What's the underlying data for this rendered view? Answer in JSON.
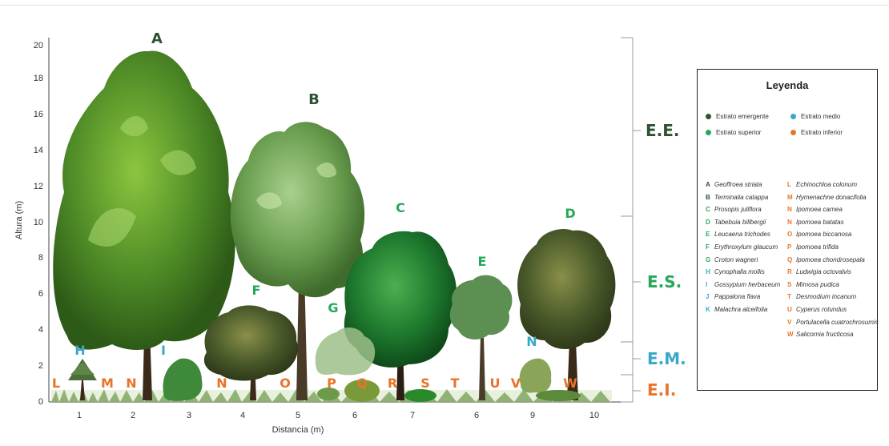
{
  "chart": {
    "ylabel": "Altura (m)",
    "xlabel": "Distancia (m)",
    "y_ticks": [
      "0",
      "2",
      "4",
      "6",
      "8",
      "10",
      "12",
      "14",
      "16",
      "18",
      "20"
    ],
    "x_ticks": [
      "1",
      "2",
      "3",
      "4",
      "5",
      "6",
      "7",
      "6",
      "9",
      "10"
    ]
  },
  "strata_brackets": [
    {
      "label": "E.E.",
      "color": "#2f5233"
    },
    {
      "label": "E.S.",
      "color": "#25a85a"
    },
    {
      "label": "E.M.",
      "color": "#3aa7c9"
    },
    {
      "label": "E.I.",
      "color": "#e8742a"
    }
  ],
  "plants": [
    {
      "code": "A",
      "color": "#2f5233",
      "kind": "tree"
    },
    {
      "code": "B",
      "color": "#2f5233",
      "kind": "tree"
    },
    {
      "code": "C",
      "color": "#25a85a",
      "kind": "tree"
    },
    {
      "code": "D",
      "color": "#25a85a",
      "kind": "tree"
    },
    {
      "code": "E",
      "color": "#25a85a",
      "kind": "tree"
    },
    {
      "code": "F",
      "color": "#25a85a",
      "kind": "tree"
    },
    {
      "code": "G",
      "color": "#25a85a",
      "kind": "shrub"
    },
    {
      "code": "H",
      "color": "#3aa7c9",
      "kind": "shrub"
    },
    {
      "code": "I",
      "color": "#3aa7c9",
      "kind": "shrub"
    },
    {
      "code": "N",
      "color": "#3aa7c9",
      "kind": "shrub"
    },
    {
      "code": "L",
      "color": "#e8742a",
      "kind": "herb"
    },
    {
      "code": "M",
      "color": "#e8742a",
      "kind": "herb"
    },
    {
      "code": "N",
      "color": "#e8742a",
      "kind": "herb"
    },
    {
      "code": "N",
      "color": "#e8742a",
      "kind": "herb"
    },
    {
      "code": "O",
      "color": "#e8742a",
      "kind": "herb"
    },
    {
      "code": "P",
      "color": "#e8742a",
      "kind": "herb"
    },
    {
      "code": "Q",
      "color": "#e8742a",
      "kind": "herb"
    },
    {
      "code": "R",
      "color": "#e8742a",
      "kind": "herb"
    },
    {
      "code": "S",
      "color": "#e8742a",
      "kind": "herb"
    },
    {
      "code": "T",
      "color": "#e8742a",
      "kind": "herb"
    },
    {
      "code": "U",
      "color": "#e8742a",
      "kind": "herb"
    },
    {
      "code": "V",
      "color": "#e8742a",
      "kind": "herb"
    },
    {
      "code": "W",
      "color": "#e8742a",
      "kind": "herb"
    }
  ],
  "legend": {
    "title": "Leyenda",
    "strata": [
      {
        "label": "Estrato emergente",
        "color": "#2f5233"
      },
      {
        "label": "Estrato medio",
        "color": "#3aa7c9"
      },
      {
        "label": "Estrato superior",
        "color": "#25a85a"
      },
      {
        "label": "Estrato inferior",
        "color": "#e8742a"
      }
    ],
    "species_left": [
      {
        "code": "A",
        "name": "Geoffroea striata",
        "color": "#2f5233"
      },
      {
        "code": "B",
        "name": "Terminalia catappa",
        "color": "#2f5233"
      },
      {
        "code": "C",
        "name": "Prosopis juliflora",
        "color": "#25a85a"
      },
      {
        "code": "D",
        "name": "Tabebuia billbergii",
        "color": "#25a85a"
      },
      {
        "code": "E",
        "name": "Leucaena trichodes",
        "color": "#25a85a"
      },
      {
        "code": "F",
        "name": "Erythroxylum glaucum",
        "color": "#25a85a"
      },
      {
        "code": "G",
        "name": "Croton wagneri",
        "color": "#25a85a"
      },
      {
        "code": "H",
        "name": "Cynophalla mollis",
        "color": "#3aa7c9"
      },
      {
        "code": "I",
        "name": "Gossypium herbaceum",
        "color": "#3aa7c9"
      },
      {
        "code": "J",
        "name": "Pappalona flava",
        "color": "#3aa7c9"
      },
      {
        "code": "K",
        "name": "Malachra alceifolia",
        "color": "#3aa7c9"
      }
    ],
    "species_right": [
      {
        "code": "L",
        "name": "Echinochloa colonum",
        "color": "#e8742a"
      },
      {
        "code": "M",
        "name": "Hymenachne donacifolia",
        "color": "#e8742a"
      },
      {
        "code": "N",
        "name": "Ipomoea carnea",
        "color": "#e8742a"
      },
      {
        "code": "N",
        "name": "Ipomoea batatas",
        "color": "#e8742a"
      },
      {
        "code": "O",
        "name": "Ipomoea biccanosa",
        "color": "#e8742a"
      },
      {
        "code": "P",
        "name": "Ipomoea trifida",
        "color": "#e8742a"
      },
      {
        "code": "Q",
        "name": "Ipomoea chondrosepala",
        "color": "#e8742a"
      },
      {
        "code": "R",
        "name": "Ludwigia octovalvis",
        "color": "#e8742a"
      },
      {
        "code": "S",
        "name": "Mimosa pudica",
        "color": "#e8742a"
      },
      {
        "code": "T",
        "name": "Desmodium incanum",
        "color": "#e8742a"
      },
      {
        "code": "U",
        "name": "Cyperus rotundus",
        "color": "#e8742a"
      },
      {
        "code": "V",
        "name": "Portulacella cuatrochrosumis",
        "color": "#e8742a"
      },
      {
        "code": "W",
        "name": "Salicornia fructicosa",
        "color": "#e8742a"
      }
    ]
  }
}
